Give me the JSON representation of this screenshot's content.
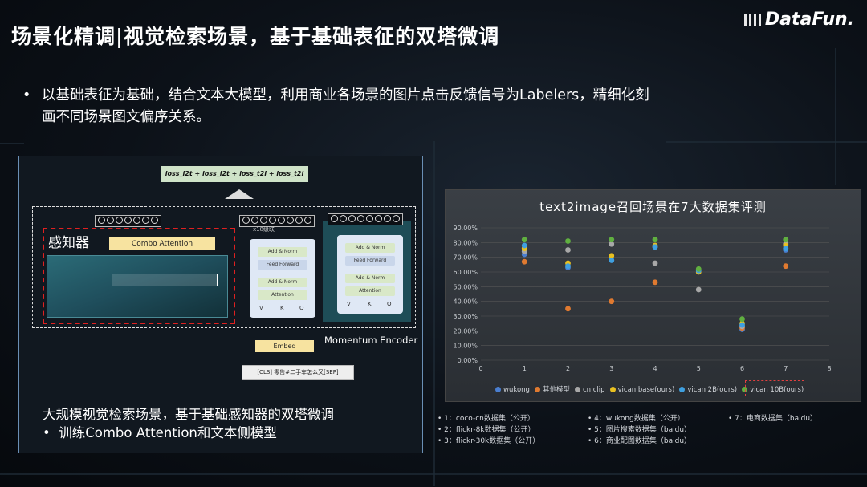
{
  "title": "场景化精调|视觉检索场景，基于基础表征的双塔微调",
  "logo": "DataFun.",
  "top_bullet": "以基础表征为基础，结合文本大模型，利用商业各场景的图片点击反馈信号为Labelers，精细化刻画不同场景图文偏序关系。",
  "bullet_char": "•",
  "diagram": {
    "loss_label": "loss_i2t + loss_i2t + loss_t2i + loss_t2i",
    "perceiver_label": "感知器",
    "combo_label": "Combo Attention",
    "x18_label": "x18级联",
    "add_norm": "Add & Norm",
    "feed_forward": "Feed Forward",
    "attention": "Attention",
    "v_label": "V",
    "k_label": "K",
    "q_label": "Q",
    "momentum_label": "Momentum Encoder",
    "embed_label": "Embed",
    "cls_label": "[CLS] 零售#二手车怎么又[SEP]"
  },
  "bottom_left": {
    "line1": "大规模视觉检索场景，基于基础感知器的双塔微调",
    "line2": "训练Combo Attention和文本侧模型"
  },
  "chart_data": {
    "type": "scatter",
    "title": "text2image召回场景在7大数据集评测",
    "xlim": [
      0,
      8
    ],
    "ylim": [
      0,
      90
    ],
    "x_ticks": [
      0,
      1,
      2,
      3,
      4,
      5,
      6,
      7,
      8
    ],
    "y_ticks": [
      "0.00%",
      "10.00%",
      "20.00%",
      "30.00%",
      "40.00%",
      "50.00%",
      "60.00%",
      "70.00%",
      "80.00%",
      "90.00%"
    ],
    "legend_position": "bottom",
    "series": [
      {
        "name": "wukong",
        "color": "#4a7ed0",
        "points": [
          [
            1,
            72
          ],
          [
            2,
            63
          ],
          [
            3,
            68
          ],
          [
            4,
            77
          ],
          [
            6,
            21
          ],
          [
            7,
            75
          ]
        ]
      },
      {
        "name": "其他模型",
        "color": "#e07a30",
        "points": [
          [
            1,
            67
          ],
          [
            2,
            35
          ],
          [
            3,
            40
          ],
          [
            4,
            53
          ],
          [
            6,
            22
          ],
          [
            7,
            64
          ]
        ]
      },
      {
        "name": "cn   clip",
        "color": "#a8a8a8",
        "points": [
          [
            1,
            74
          ],
          [
            2,
            75
          ],
          [
            3,
            79
          ],
          [
            4,
            66
          ],
          [
            5,
            48
          ],
          [
            6,
            23
          ],
          [
            7,
            79
          ]
        ]
      },
      {
        "name": "vican   base(ours)",
        "color": "#e8c020",
        "points": [
          [
            1,
            76
          ],
          [
            2,
            66
          ],
          [
            3,
            71
          ],
          [
            4,
            78
          ],
          [
            5,
            60
          ],
          [
            6,
            25
          ],
          [
            7,
            78
          ]
        ]
      },
      {
        "name": "vican   2B(ours)",
        "color": "#3fa0e0",
        "points": [
          [
            1,
            78
          ],
          [
            2,
            64
          ],
          [
            3,
            68
          ],
          [
            4,
            77
          ],
          [
            5,
            61
          ],
          [
            6,
            24
          ],
          [
            7,
            76
          ]
        ]
      },
      {
        "name": "vican   10B(ours)",
        "color": "#60b040",
        "points": [
          [
            1,
            82
          ],
          [
            2,
            81
          ],
          [
            3,
            82
          ],
          [
            4,
            82
          ],
          [
            5,
            62
          ],
          [
            6,
            28
          ],
          [
            7,
            82
          ]
        ]
      }
    ]
  },
  "notes": [
    [
      "1：coco-cn数据集（公开）",
      "4：wukong数据集（公开）",
      "7：电商数据集（baidu）"
    ],
    [
      "2：flickr-8k数据集（公开）",
      "5：图片搜索数据集（baidu）",
      ""
    ],
    [
      "3：flickr-30k数据集（公开）",
      "6：商业配图数据集（baidu）",
      ""
    ]
  ]
}
